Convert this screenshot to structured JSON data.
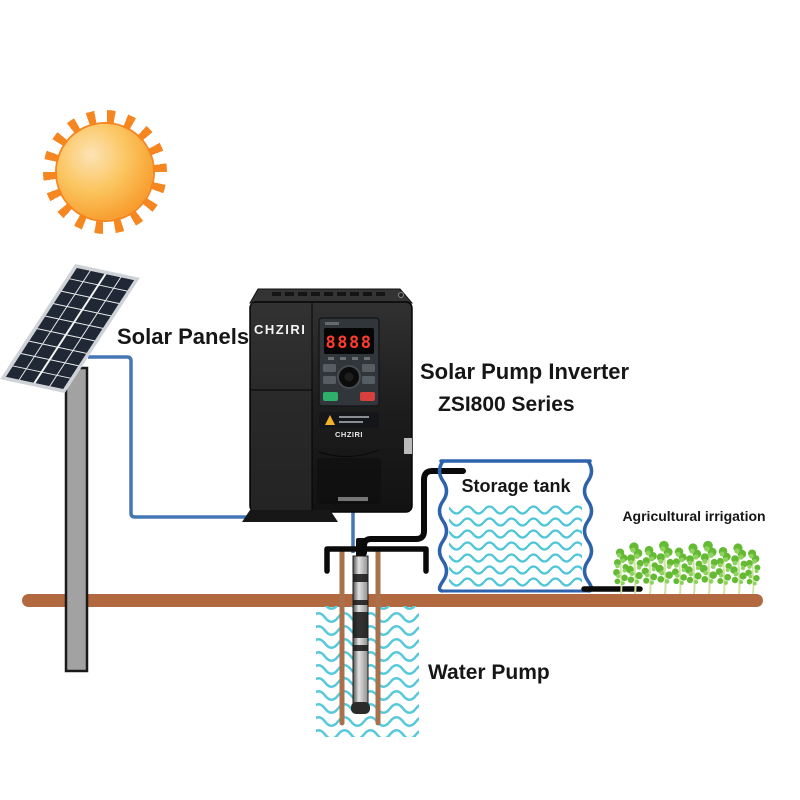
{
  "labels": {
    "solar_panels": "Solar Panels",
    "inverter_title": "Solar Pump Inverter",
    "inverter_series": "ZSI800 Series",
    "storage_tank": "Storage tank",
    "irrigation": "Agricultural irrigation",
    "water_pump": "Water Pump"
  },
  "inverter": {
    "brand": "CHZIRI",
    "front_brand": "CHZIRI",
    "display_value": "8888"
  },
  "colors": {
    "sun_orange": "#f6861f",
    "wire_blue": "#4577b5",
    "water_cyan": "#4fc6d8",
    "tank_border_blue": "#2d62ad",
    "ground_brown": "#b2693f",
    "well_casing_brown": "#a9714b",
    "plant_green": "#64ba33",
    "panel_cell_dark": "#1f2834",
    "run_button_green": "#2eb06b",
    "stop_button_red": "#d84040",
    "display_red": "#ff3b30"
  }
}
